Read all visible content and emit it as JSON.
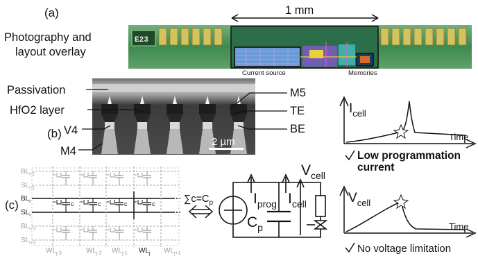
{
  "panel_a": {
    "letter": "(a)",
    "caption_line1": "Photography and",
    "caption_line2": "layout overlay",
    "scale_label": "1 mm",
    "chip_id": "E23",
    "current_source_label": "Current source",
    "memories_label": "Memories"
  },
  "panel_b": {
    "letter": "(b)",
    "labels_left": [
      "Passivation",
      "HfO2 layer",
      "V4",
      "M4"
    ],
    "labels_right": [
      "M5",
      "TE",
      "BE"
    ],
    "scale_label": "2 µm"
  },
  "panel_c": {
    "letter": "(c)",
    "row_labels": [
      {
        "main": "BL",
        "sub": "i-1"
      },
      {
        "main": "SL",
        "sub": "i-1"
      },
      {
        "main": "BL",
        "sub": "i"
      },
      {
        "main": "SL",
        "sub": "i"
      },
      {
        "main": "BL",
        "sub": "i+1"
      },
      {
        "main": "SL",
        "sub": "i+1"
      }
    ],
    "col_labels": [
      {
        "main": "WL",
        "sub": "j-3"
      },
      {
        "main": "WL",
        "sub": "j-2"
      },
      {
        "main": "WL",
        "sub": "j-1"
      },
      {
        "main": "WL",
        "sub": "j"
      },
      {
        "main": "WL",
        "sub": "j+1"
      }
    ],
    "cap_label": "c",
    "sum_main": "∑c=C",
    "sum_sub": "p",
    "iprog_main": "I",
    "iprog_sub": "prog",
    "icell_main": "I",
    "icell_sub": "cell",
    "cp_main": "C",
    "cp_sub": "p",
    "vcell_main": "V",
    "vcell_sub": "cell"
  },
  "plot_top": {
    "y_main": "I",
    "y_sub": "cell",
    "x_label": "Time",
    "caption_line1": "Low programmation",
    "caption_line2": "current"
  },
  "plot_bottom": {
    "y_main": "V",
    "y_sub": "cell",
    "x_label": "Time",
    "caption": "No voltage limitation"
  },
  "colors": {
    "chip_green": "#3f8a4e",
    "pad_yellow": "#dcc35a",
    "pad_pink": "#e7a2b6",
    "sem_dark": "#2d2d2d",
    "sem_light": "#cfcfcf",
    "gray_cell": "#9a9a9a"
  }
}
